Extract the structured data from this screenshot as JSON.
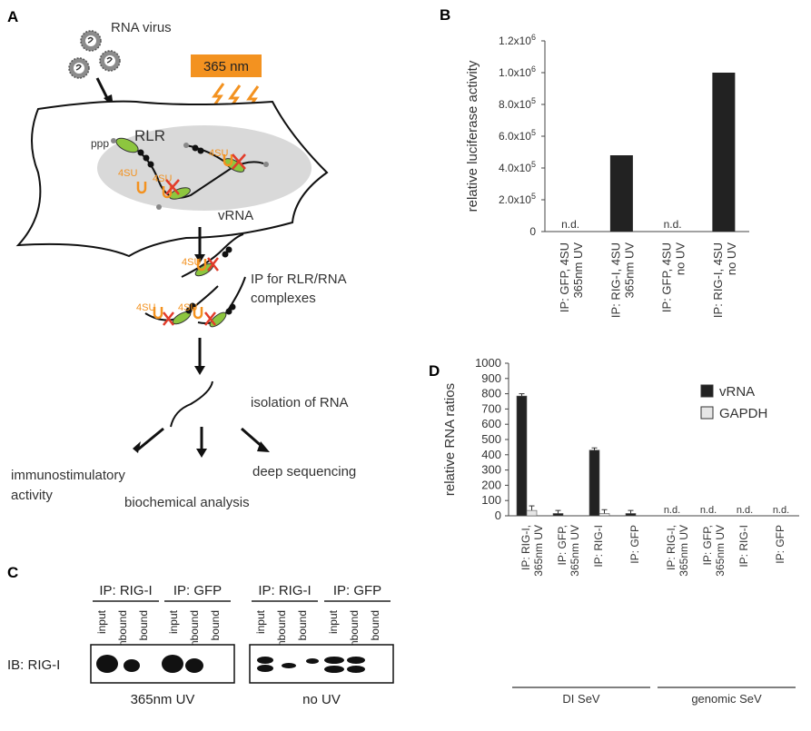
{
  "panels": {
    "a": {
      "letter": "A",
      "virus_label": "RNA virus",
      "uv_label": "365 nm",
      "rlr_label": "RLR",
      "ppp_label": "ppp",
      "vrna_label": "vRNA",
      "fsu_label": "4SU",
      "ip_label_line1": "IP for RLR/RNA",
      "ip_label_line2": "complexes",
      "isolation_label": "isolation of RNA",
      "immuno_line1": "immunostimulatory",
      "immuno_line2": "activity",
      "biochem_label": "biochemical analysis",
      "deepseq_label": "deep sequencing",
      "colors": {
        "uv_box": "#f39220",
        "cell_fill": "#d9d9d9",
        "rlr": "#8dc63f"
      }
    },
    "b": {
      "letter": "B"
    },
    "c": {
      "letter": "C",
      "groups": [
        "IP: RIG-I",
        "IP: GFP",
        "IP: RIG-I",
        "IP: GFP"
      ],
      "lanes": [
        "input",
        "unbound",
        "bound"
      ],
      "ib_label": "IB: RIG-I",
      "blot_labels": [
        "365nm UV",
        "no UV"
      ]
    },
    "d": {
      "letter": "D",
      "group_labels": [
        "DI SeV",
        "genomic SeV"
      ]
    }
  },
  "chart_data": [
    {
      "id": "B",
      "type": "bar",
      "categories": [
        "IP: GFP, 4SU\n365nm UV",
        "IP: RIG-I, 4SU\n365nm UV",
        "IP: GFP, 4SU\nno UV",
        "IP: RIG-I, 4SU\nno UV"
      ],
      "values": [
        0,
        480000,
        0,
        1000000
      ],
      "bar_labels": [
        "n.d.",
        "",
        "n.d.",
        ""
      ],
      "ylabel": "relative luciferase activity",
      "ylim": [
        0,
        1200000
      ],
      "yticks": [
        0,
        200000,
        400000,
        600000,
        800000,
        1000000,
        1200000
      ],
      "ytick_labels": [
        "0",
        "2.0x10",
        "4.0x10",
        "6.0x10",
        "8.0x10",
        "1.0x10",
        "1.2x10"
      ],
      "ytick_exp": [
        "",
        "5",
        "5",
        "5",
        "5",
        "6",
        "6"
      ],
      "color": "#222222"
    },
    {
      "id": "D",
      "type": "bar",
      "categories": [
        "IP: RIG-I,\n365nm UV",
        "IP: GFP,\n365nm UV",
        "IP: RIG-I",
        "IP: GFP",
        "IP: RIG-I,\n365nm UV",
        "IP: GFP,\n365nm UV",
        "IP: RIG-I",
        "IP: GFP"
      ],
      "series": [
        {
          "name": "vRNA",
          "color": "#222222",
          "values": [
            785,
            15,
            430,
            15,
            0,
            0,
            0,
            0
          ],
          "errors": [
            15,
            20,
            15,
            20,
            0,
            0,
            0,
            0
          ]
        },
        {
          "name": "GAPDH",
          "color": "#e6e6e6",
          "values": [
            35,
            0,
            15,
            0,
            0,
            0,
            0,
            0
          ],
          "errors": [
            30,
            0,
            25,
            0,
            0,
            0,
            0,
            0
          ]
        }
      ],
      "bar_labels": [
        "",
        "",
        "",
        "",
        "n.d.",
        "n.d.",
        "n.d.",
        "n.d."
      ],
      "ylabel": "relative RNA ratios",
      "ylim": [
        0,
        1000
      ],
      "yticks": [
        0,
        100,
        200,
        300,
        400,
        500,
        600,
        700,
        800,
        900,
        1000
      ],
      "legend": "top-right"
    }
  ]
}
